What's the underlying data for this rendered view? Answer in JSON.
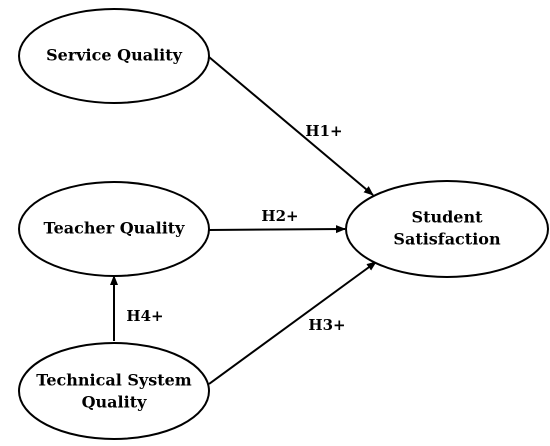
{
  "nodes": {
    "service_quality": {
      "line1": "Service Quality"
    },
    "teacher_quality": {
      "line1": "Teacher Quality"
    },
    "technical_system_quality": {
      "line1": "Technical System",
      "line2": "Quality"
    },
    "student_satisfaction": {
      "line1": "Student",
      "line2": "Satisfaction"
    }
  },
  "edges": {
    "h1": {
      "label": "H1+"
    },
    "h2": {
      "label": "H2+"
    },
    "h3": {
      "label": "H3+"
    },
    "h4": {
      "label": "H4+"
    }
  }
}
